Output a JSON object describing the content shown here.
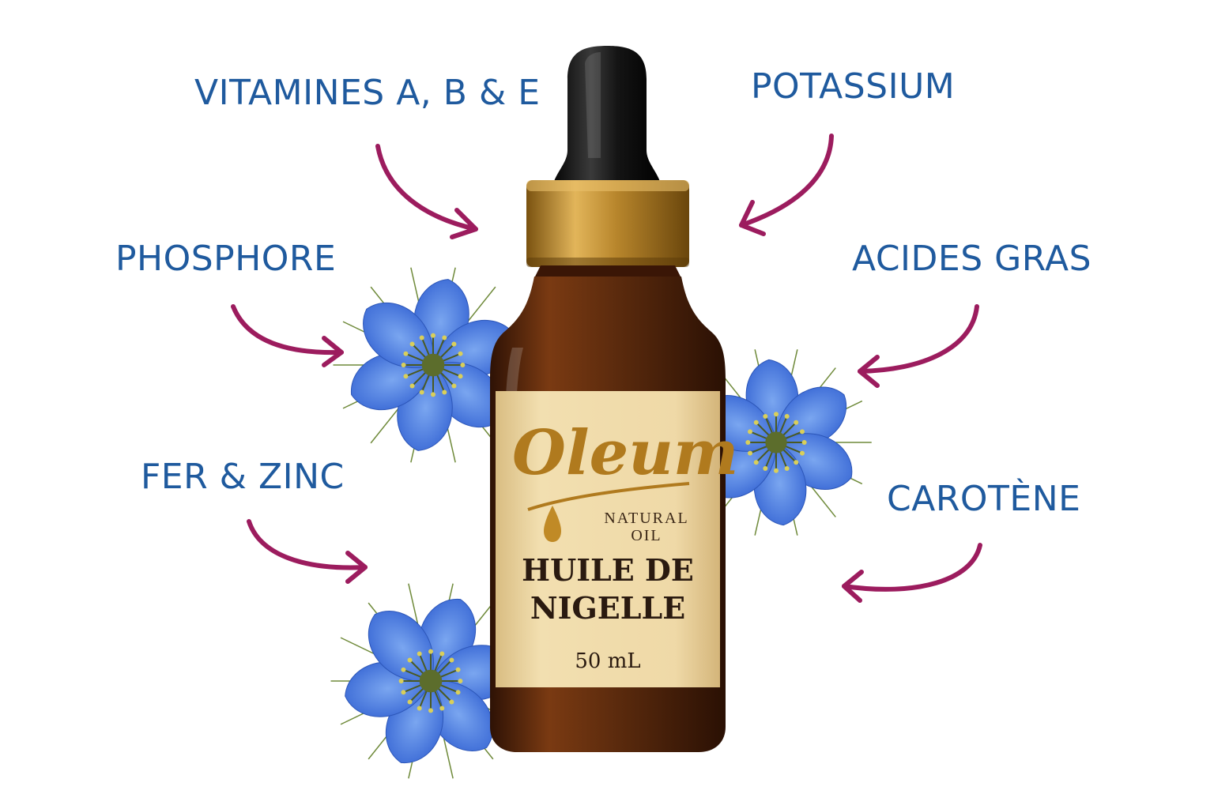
{
  "colors": {
    "label_text": "#1f5a9e",
    "arrow": "#9c1c5e",
    "petal": "#3f74dc",
    "petal_light": "#7aa6f0",
    "flower_center": "#5c6d2c",
    "bottle_glass": "#5a2a0d",
    "cap_gold": "#b8862c",
    "dropper_black": "#141414",
    "label_paper": "#efd9a7",
    "brand_gold": "#b07a1e",
    "label_dark_text": "#2a1a10"
  },
  "nutrients": [
    {
      "id": "vitamines",
      "text": "VITAMINES A, B & E"
    },
    {
      "id": "potassium",
      "text": "POTASSIUM"
    },
    {
      "id": "phosphore",
      "text": "PHOSPHORE"
    },
    {
      "id": "acides",
      "text": "ACIDES GRAS"
    },
    {
      "id": "fer",
      "text": "FER & ZINC"
    },
    {
      "id": "carotene",
      "text": "CAROTÈNE"
    }
  ],
  "product": {
    "brand": "Oleum",
    "tagline_line1": "NATURAL",
    "tagline_line2": "OIL",
    "name_line1": "HUILE DE",
    "name_line2": "NIGELLE",
    "volume": "50 mL"
  }
}
